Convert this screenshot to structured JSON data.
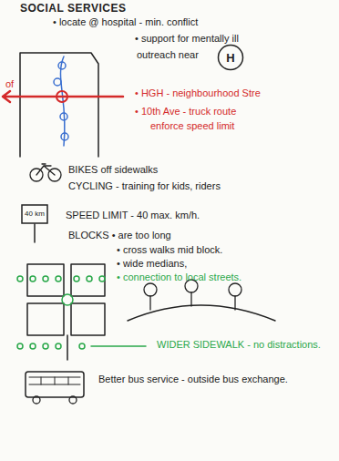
{
  "diagram": {
    "title": "SOCIAL SERVICES",
    "nodes": [
      {
        "text": [
          "H"
        ]
      },
      {
        "text": [
          "40 km"
        ]
      }
    ],
    "labels": [
      "• locate @ hospital - min. conflict",
      "• support for mentally ill",
      "outreach near",
      "of",
      "• HGH - neighbourhood Stre",
      "• 10th Ave - truck route",
      "enforce speed limit",
      "BIKES off sidewalks",
      "CYCLING - training for kids, riders",
      "SPEED LIMIT - 40 max. km/h.",
      "BLOCKS • are too long",
      "• cross walks mid block.",
      "• wide medians,",
      "• connection to local streets.",
      "WIDER SIDEWALK - no distractions.",
      "Better bus service - outside bus exchange."
    ]
  }
}
